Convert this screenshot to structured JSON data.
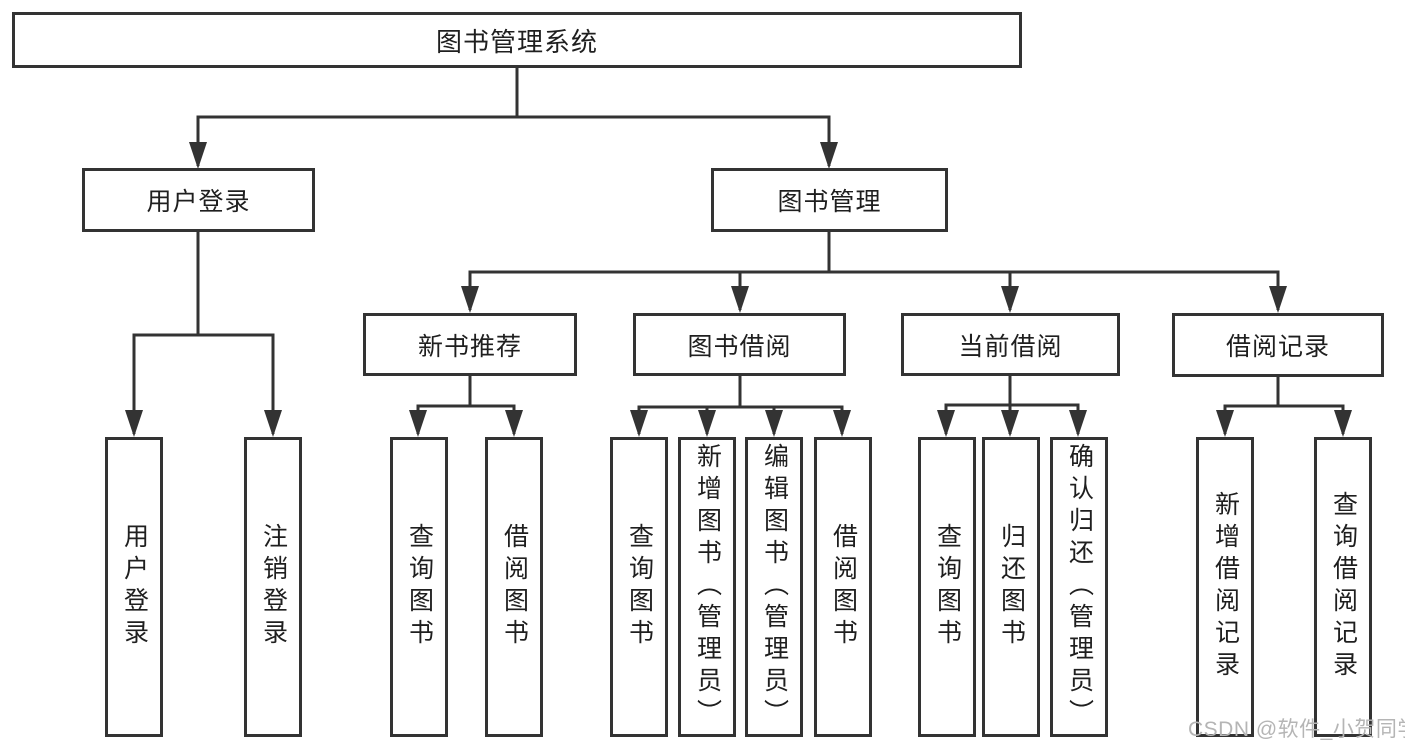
{
  "colors": {
    "line": "#333333",
    "text": "#1f1f1f",
    "watermark": "#b5b5b5",
    "background": "#ffffff"
  },
  "diagram": {
    "root": {
      "label": "图书管理系统"
    },
    "level1": [
      {
        "label": "用户登录"
      },
      {
        "label": "图书管理"
      }
    ],
    "level2": [
      {
        "parent": "图书管理",
        "label": "新书推荐"
      },
      {
        "parent": "图书管理",
        "label": "图书借阅"
      },
      {
        "parent": "图书管理",
        "label": "当前借阅"
      },
      {
        "parent": "图书管理",
        "label": "借阅记录"
      }
    ],
    "leaves": [
      {
        "parent": "用户登录",
        "label": "用户登录"
      },
      {
        "parent": "用户登录",
        "label": "注销登录"
      },
      {
        "parent": "新书推荐",
        "label": "查询图书"
      },
      {
        "parent": "新书推荐",
        "label": "借阅图书"
      },
      {
        "parent": "图书借阅",
        "label": "查询图书"
      },
      {
        "parent": "图书借阅",
        "label": "新增图书（管理员）"
      },
      {
        "parent": "图书借阅",
        "label": "编辑图书（管理员）"
      },
      {
        "parent": "图书借阅",
        "label": "借阅图书"
      },
      {
        "parent": "当前借阅",
        "label": "查询图书"
      },
      {
        "parent": "当前借阅",
        "label": "归还图书"
      },
      {
        "parent": "当前借阅",
        "label": "确认归还（管理员）"
      },
      {
        "parent": "借阅记录",
        "label": "新增借阅记录"
      },
      {
        "parent": "借阅记录",
        "label": "查询借阅记录"
      }
    ]
  },
  "watermark": {
    "text": "CSDN @软件_小贺同学"
  }
}
